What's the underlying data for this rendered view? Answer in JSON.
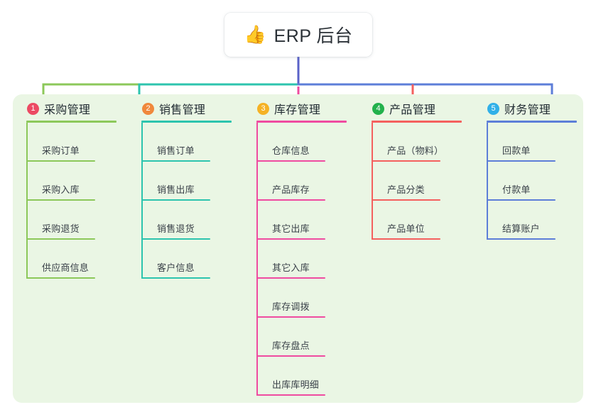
{
  "root": {
    "emoji": "👍",
    "emoji_name": "thumbs-up-icon",
    "title": "ERP 后台"
  },
  "palette": {
    "panel_background": "#eaf6e4",
    "page_background": "#ffffff",
    "text_primary": "#222c33",
    "text_leaf": "#3a4149",
    "root_stem": "#5a62c8"
  },
  "columns": [
    {
      "index": "1",
      "title": "采购管理",
      "badge_color": "#ec4a63",
      "line_color": "#8cc85a",
      "items": [
        {
          "label": "采购订单"
        },
        {
          "label": "采购入库"
        },
        {
          "label": "采购退货"
        },
        {
          "label": "供应商信息"
        }
      ]
    },
    {
      "index": "2",
      "title": "销售管理",
      "badge_color": "#f0883c",
      "line_color": "#2dc4ae",
      "items": [
        {
          "label": "销售订单"
        },
        {
          "label": "销售出库"
        },
        {
          "label": "销售退货"
        },
        {
          "label": "客户信息"
        }
      ]
    },
    {
      "index": "3",
      "title": "库存管理",
      "badge_color": "#f5b225",
      "line_color": "#ef4ba0",
      "items": [
        {
          "label": "仓库信息"
        },
        {
          "label": "产品库存"
        },
        {
          "label": "其它出库"
        },
        {
          "label": "其它入库"
        },
        {
          "label": "库存调拨"
        },
        {
          "label": "库存盘点"
        },
        {
          "label": "出库库明细"
        }
      ]
    },
    {
      "index": "4",
      "title": "产品管理",
      "badge_color": "#22b14c",
      "line_color": "#f4605e",
      "items": [
        {
          "label": "产品（物料）"
        },
        {
          "label": "产品分类"
        },
        {
          "label": "产品单位"
        }
      ]
    },
    {
      "index": "5",
      "title": "财务管理",
      "badge_color": "#31b0e8",
      "line_color": "#5d7ed8",
      "items": [
        {
          "label": "回款单"
        },
        {
          "label": "付款单"
        },
        {
          "label": "结算账户"
        }
      ]
    }
  ]
}
